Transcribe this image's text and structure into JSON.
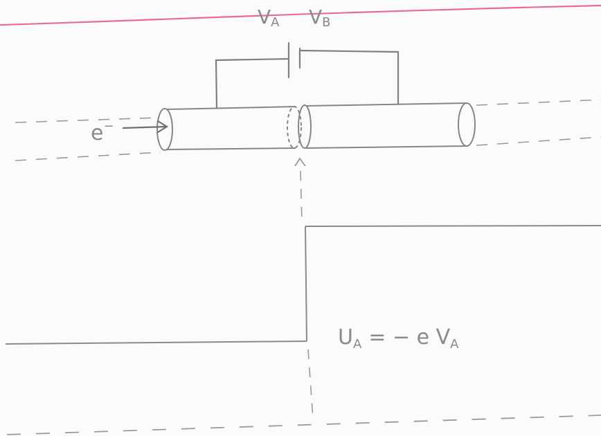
{
  "labels": {
    "battery_left": "V",
    "battery_left_sub": "A",
    "battery_right": "V",
    "battery_right_sub": "B",
    "electron": "e",
    "electron_sup": "−",
    "equation_lhs": "U",
    "equation_lhs_sub": "A",
    "equation_rhs": "= − e V",
    "equation_rhs_sub": "A"
  },
  "colors": {
    "pencil": "#8c8c8c",
    "pencil_light": "#a6a6a6",
    "margin_line": "#e86a9a",
    "paper": "#fbfbf9"
  }
}
